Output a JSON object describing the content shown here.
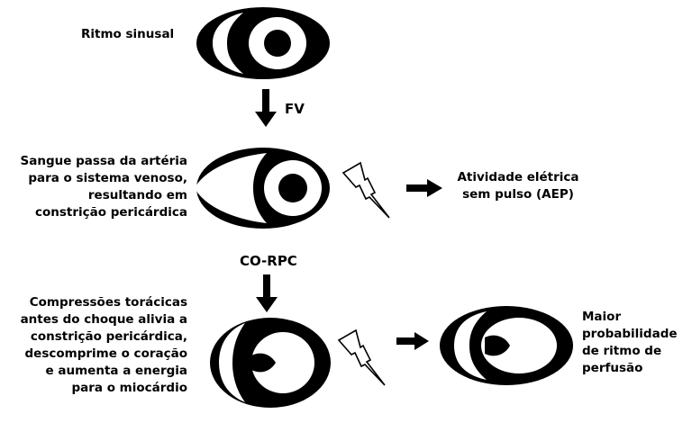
{
  "labels": {
    "sinus": "Ritmo sinusal",
    "fv": "FV",
    "co_rpc": "CO-RPC"
  },
  "left_blocks": {
    "vf_state": [
      "Sangue passa da artéria",
      "para o sistema venoso,",
      "resultando em",
      "constrição pericárdica"
    ],
    "compression": [
      "Compressões torácicas",
      "antes do choque alivia a",
      "constrição pericárdica,",
      "descomprime o coração",
      "e aumenta a energia",
      "para o miocárdio"
    ]
  },
  "outcomes": {
    "pea": [
      "Atividade elétrica",
      "sem pulso (AEP)"
    ],
    "perfusion": [
      "Maior",
      "probabilidade",
      "de ritmo de",
      "perfusão"
    ]
  },
  "colors": {
    "ink": "#000000",
    "paper": "#ffffff"
  },
  "icons": [
    "heart-cross-section-icon",
    "arrow-down-icon",
    "arrow-right-icon",
    "lightning-bolt-icon"
  ]
}
